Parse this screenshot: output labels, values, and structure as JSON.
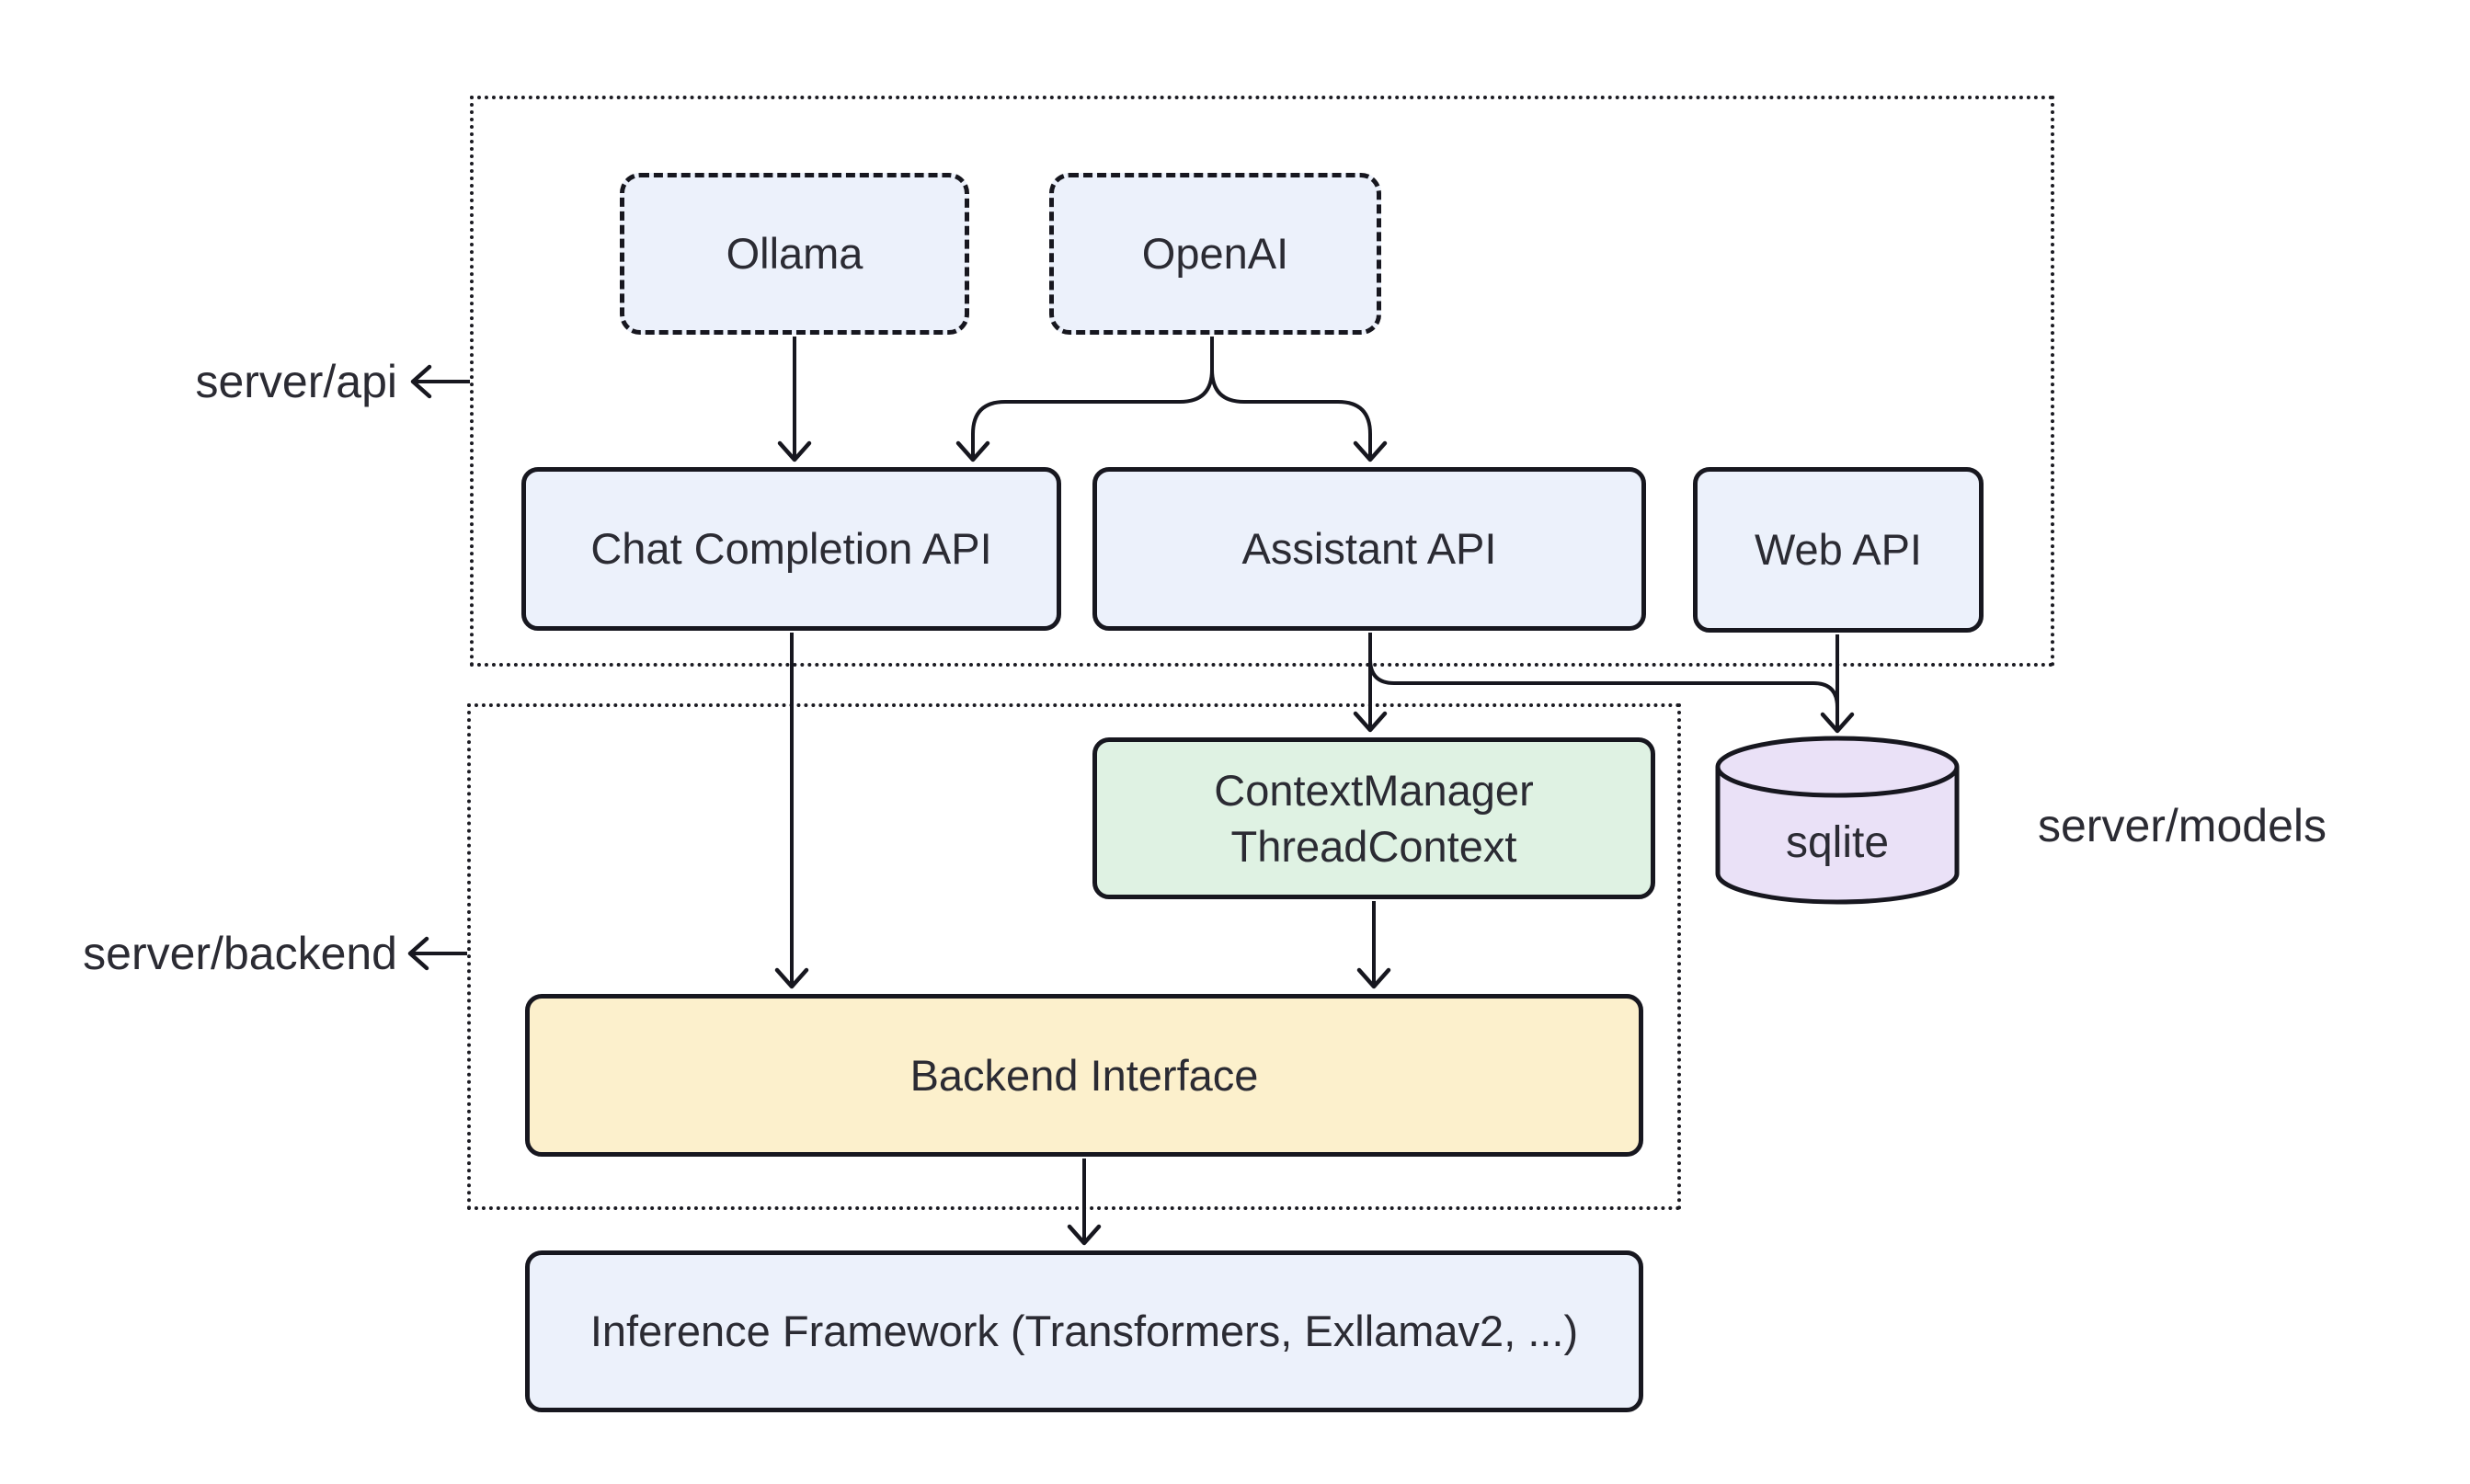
{
  "diagram_type": "architecture-flowchart",
  "background": "#ffffff",
  "colors": {
    "node_blue": "#ecf1fb",
    "node_green": "#dff2e3",
    "node_yellow": "#fcf0cc",
    "node_purple": "#eae1f7",
    "stroke": "#17171f",
    "text": "#2b2b33"
  },
  "group_labels": {
    "server_api": "server/api",
    "server_backend": "server/backend",
    "server_models": "server/models"
  },
  "nodes": {
    "ollama": {
      "label": "Ollama"
    },
    "openai": {
      "label": "OpenAI"
    },
    "chat_api": {
      "label": "Chat Completion API"
    },
    "assistant_api": {
      "label": "Assistant API"
    },
    "web_api": {
      "label": "Web API"
    },
    "context_manager": {
      "line1": "ContextManager",
      "line2": "ThreadContext"
    },
    "backend_interface": {
      "label": "Backend Interface"
    },
    "inference_framework": {
      "label": "Inference Framework (Transformers, Exllamav2, ...)"
    },
    "sqlite": {
      "label": "sqlite"
    }
  },
  "edges": [
    "Ollama -> Chat Completion API",
    "OpenAI -> Chat Completion API",
    "OpenAI -> Assistant API",
    "Chat Completion API -> Backend Interface",
    "Assistant API -> ContextManager ThreadContext",
    "Assistant API -> sqlite",
    "Web API -> sqlite",
    "ContextManager ThreadContext -> Backend Interface",
    "Backend Interface -> Inference Framework (Transformers, Exllamav2, ...)"
  ]
}
